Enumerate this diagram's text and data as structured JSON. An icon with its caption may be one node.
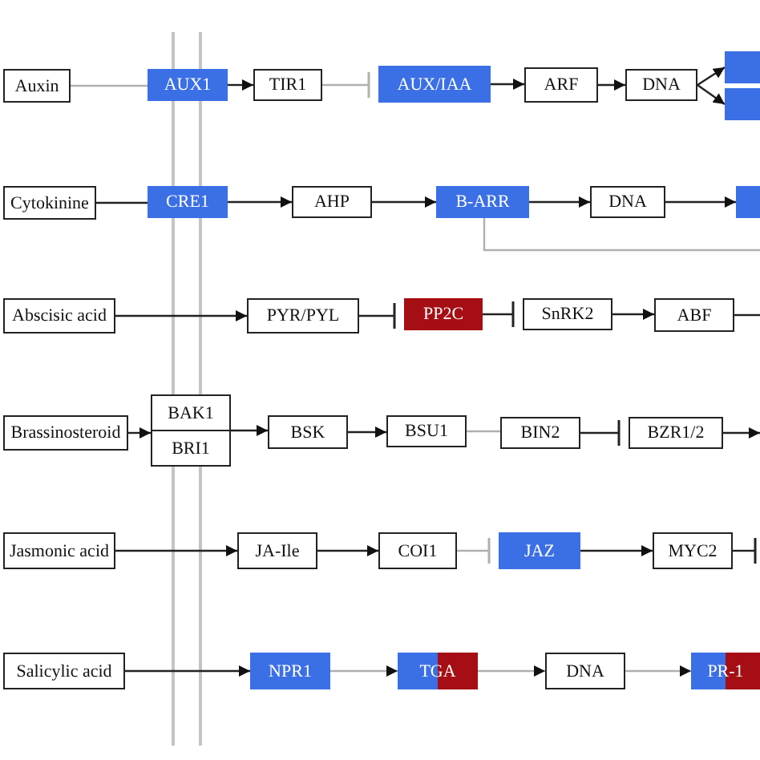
{
  "diagram": {
    "nodes": [
      {
        "text": [
          "Auxin"
        ]
      },
      {
        "text": [
          "AUX1"
        ]
      },
      {
        "text": [
          "TIR1"
        ]
      },
      {
        "text": [
          "AUX/IAA"
        ]
      },
      {
        "text": [
          "ARF"
        ]
      },
      {
        "text": [
          "DNA"
        ]
      },
      {
        "text": [],
        "shape": "box"
      },
      {
        "text": [],
        "shape": "box"
      },
      {
        "text": [
          "Cytokinine"
        ]
      },
      {
        "text": [
          "CRE1"
        ]
      },
      {
        "text": [
          "AHP"
        ]
      },
      {
        "text": [
          "B-ARR"
        ]
      },
      {
        "text": [
          "DNA"
        ]
      },
      {
        "text": [],
        "shape": "box"
      },
      {
        "text": [
          "Abscisic acid"
        ]
      },
      {
        "text": [
          "PYR/PYL"
        ]
      },
      {
        "text": [
          "PP2C"
        ]
      },
      {
        "text": [
          "SnRK2"
        ]
      },
      {
        "text": [
          "ABF"
        ]
      },
      {
        "text": [
          "Brassinosteroid"
        ]
      },
      {
        "text": [
          "BAK1",
          "BRI1"
        ]
      },
      {
        "text": [
          "BSK"
        ]
      },
      {
        "text": [
          "BSU1"
        ]
      },
      {
        "text": [
          "BIN2"
        ]
      },
      {
        "text": [
          "BZR1/2"
        ]
      },
      {
        "text": [
          "Jasmonic acid"
        ]
      },
      {
        "text": [
          "JA-Ile"
        ]
      },
      {
        "text": [
          "COI1"
        ]
      },
      {
        "text": [
          "JAZ"
        ]
      },
      {
        "text": [
          "MYC2"
        ]
      },
      {
        "text": [
          "Salicylic acid"
        ]
      },
      {
        "text": [
          "NPR1"
        ]
      },
      {
        "text": [
          "TGA"
        ]
      },
      {
        "text": [
          "DNA"
        ]
      },
      {
        "text": [
          "PR-1"
        ]
      }
    ],
    "edges": [
      {
        "from": 0,
        "to": 1,
        "arrow": "none",
        "color": "#b0b0b0"
      },
      {
        "from": 1,
        "to": 2,
        "arrow": "to"
      },
      {
        "from": 2,
        "to": 3,
        "arrow": "other",
        "color": "#b0b0b0"
      },
      {
        "from": 3,
        "to": 4,
        "arrow": "to"
      },
      {
        "from": 4,
        "to": 5,
        "arrow": "to"
      },
      {
        "from": 5,
        "to": 6,
        "arrow": "to"
      },
      {
        "from": 5,
        "to": 7,
        "arrow": "to"
      },
      {
        "from": 8,
        "to": 9,
        "arrow": "none"
      },
      {
        "from": 9,
        "to": 10,
        "arrow": "to"
      },
      {
        "from": 10,
        "to": 11,
        "arrow": "to"
      },
      {
        "from": 11,
        "to": 12,
        "arrow": "to"
      },
      {
        "from": 12,
        "to": 13,
        "arrow": "to"
      },
      {
        "from": 11,
        "to": null,
        "arrow": "none",
        "color": "#b0b0b0"
      },
      {
        "from": 14,
        "to": 15,
        "arrow": "to"
      },
      {
        "from": 15,
        "to": 16,
        "arrow": "other"
      },
      {
        "from": 16,
        "to": 17,
        "arrow": "other"
      },
      {
        "from": 17,
        "to": 18,
        "arrow": "to"
      },
      {
        "from": 18,
        "to": null,
        "arrow": "none"
      },
      {
        "from": 19,
        "to": 20,
        "arrow": "to"
      },
      {
        "from": 20,
        "to": 21,
        "arrow": "to"
      },
      {
        "from": 21,
        "to": 22,
        "arrow": "to"
      },
      {
        "from": 22,
        "to": 23,
        "arrow": "none",
        "color": "#b0b0b0"
      },
      {
        "from": 23,
        "to": 24,
        "arrow": "other"
      },
      {
        "from": 24,
        "to": null,
        "arrow": "to"
      },
      {
        "from": 25,
        "to": 26,
        "arrow": "to"
      },
      {
        "from": 26,
        "to": 27,
        "arrow": "to"
      },
      {
        "from": 27,
        "to": 28,
        "arrow": "other",
        "color": "#b0b0b0"
      },
      {
        "from": 28,
        "to": 29,
        "arrow": "to"
      },
      {
        "from": 29,
        "to": null,
        "arrow": "other"
      },
      {
        "from": 30,
        "to": 31,
        "arrow": "to"
      },
      {
        "from": 31,
        "to": 32,
        "arrow": "to",
        "color": "#b0b0b0"
      },
      {
        "from": 32,
        "to": 33,
        "arrow": "to",
        "color": "#b0b0b0"
      },
      {
        "from": 33,
        "to": 34,
        "arrow": "to",
        "color": "#b0b0b0"
      }
    ]
  }
}
